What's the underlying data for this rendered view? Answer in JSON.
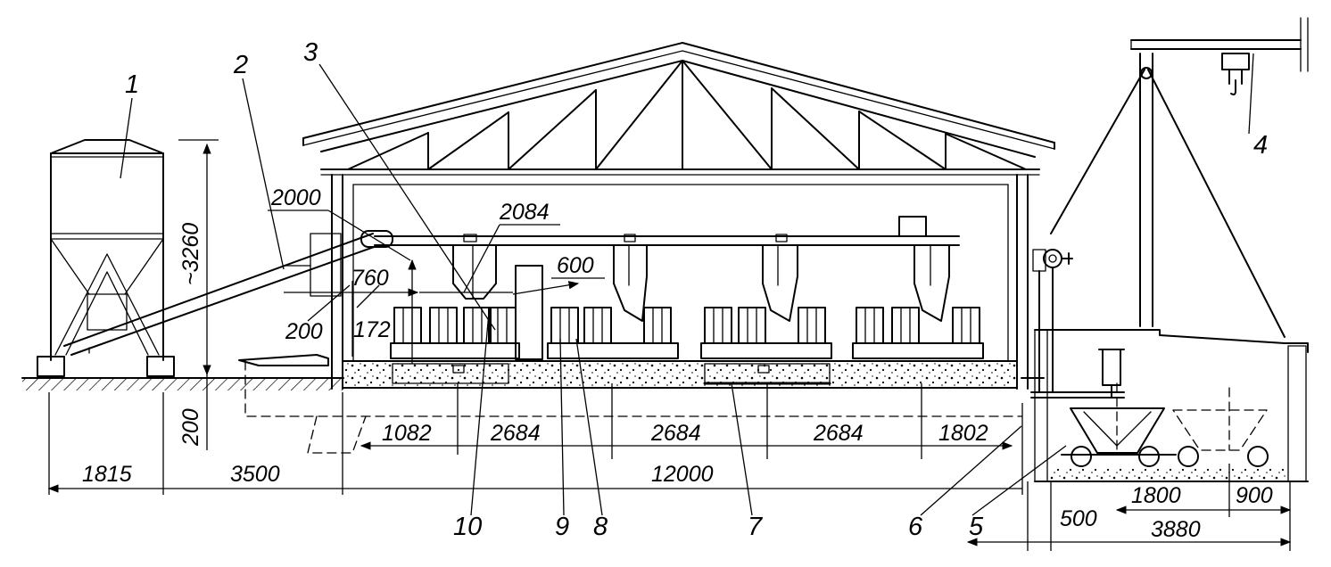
{
  "labels": {
    "l1": "1",
    "l2": "2",
    "l3": "3",
    "l4": "4",
    "l5": "5",
    "l6": "6",
    "l7": "7",
    "l8": "8",
    "l9": "9",
    "l10": "10"
  },
  "dims": {
    "d1815": "1815",
    "d3500": "3500",
    "d12000": "12000",
    "d1082": "1082",
    "d2684a": "2684",
    "d2684b": "2684",
    "d2684c": "2684",
    "d1802": "1802",
    "d2000": "2000",
    "d2084": "2084",
    "d600": "600",
    "d760": "760",
    "d200a": "200",
    "d172": "172",
    "d200b": "200",
    "d3260": "~3260",
    "d1800": "1800",
    "d900": "900",
    "d3880": "3880",
    "d500": "500"
  },
  "colors": {
    "ink": "#000000",
    "paper": "#ffffff"
  }
}
